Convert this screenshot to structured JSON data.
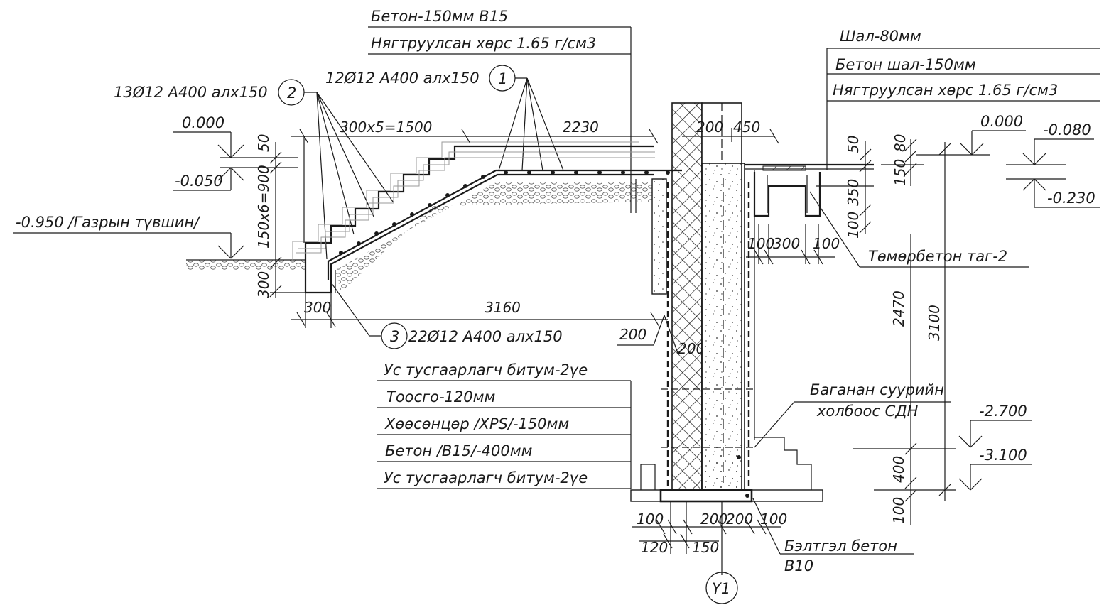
{
  "materials_top": [
    "Бетон-150мм B15",
    "Нягтруулсан хөрс 1.65 г/см3"
  ],
  "materials_right": [
    "Шал-80мм",
    "Бетон шал-150мм",
    "Нягтруулсан хөрс 1.65 г/см3"
  ],
  "materials_wall": [
    "Ус тусгаарлагч битум-2үе",
    "Тоосго-120мм",
    "Хөөсөнцөр /XPS/-150мм",
    "Бетон /B15/-400мм",
    "Ус тусгаарлагч битум-2үе"
  ],
  "rebar": {
    "r1": {
      "num": "1",
      "text": "12Ø12 A400 алх150"
    },
    "r2": {
      "num": "2",
      "text": "13Ø12 A400 алх150"
    },
    "r3": {
      "num": "3",
      "text": "22Ø12 A400 алх150"
    }
  },
  "levels": {
    "l0": "0.000",
    "l_050": "-0.050",
    "ground": "-0.950 /Газрын түвшин/",
    "r0": "0.000",
    "r_080": "-0.080",
    "r_230": "-0.230",
    "r_2700": "-2.700",
    "r_3100": "-3.100"
  },
  "dims": {
    "steps": "300x5=1500",
    "d2230": "2230",
    "d50": "50",
    "d900": "150x6=900",
    "d300v": "300",
    "d300h": "300",
    "d3160": "3160",
    "d200a": "200",
    "d200b": "200",
    "d200top": "200",
    "d450": "450",
    "r50": "50",
    "r80": "80",
    "r150": "150",
    "r350": "350",
    "r100": "100",
    "h100a": "100",
    "h300": "300",
    "h100b": "100",
    "v2470": "2470",
    "v3100": "3100",
    "v400": "400",
    "v100": "100",
    "b100a": "100",
    "b200a": "200",
    "b200b": "200",
    "b100b": "100",
    "b120": "120",
    "b150": "150"
  },
  "callouts": {
    "beam": "Төмөрбетон таг-2",
    "tie_1": "Баганан суурийн",
    "tie_2": "холбоос СДН",
    "prep_1": "Бэлтгэл бетон",
    "prep_2": "B10"
  },
  "axis": "Y1"
}
